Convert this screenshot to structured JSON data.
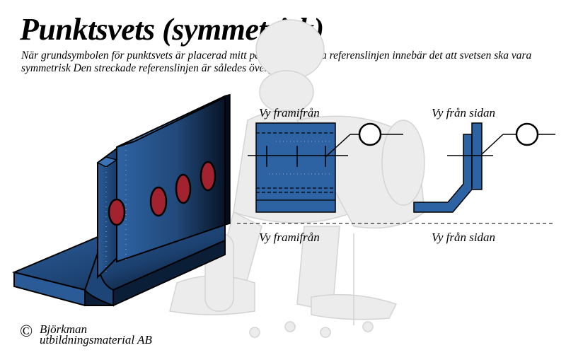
{
  "title": "Punktsvets (symmetrisk)",
  "description": "När grundsymbolen för punktsvets är placerad mitt på den heldragna referenslinjen innebär det att svetsen ska vara symmetrisk Den streckade referenslinjen är således överflödig.",
  "views": {
    "front_top": "Vy framifrån",
    "side_top": "Vy från sidan",
    "front_bottom": "Vy framifrån",
    "side_bottom": "Vy från sidan"
  },
  "copyright": {
    "symbol": "©",
    "line1": "Björkman",
    "line2": "utbildningsmaterial AB"
  },
  "colors": {
    "steel_blue": "#2e63a3",
    "steel_dark": "#0b1e38",
    "weld_red": "#a3222f",
    "background_figure": "#e6e6e6"
  },
  "icons": {
    "weld_symbol": "circle-on-reference-line",
    "background": "welder-cartoon-watermark"
  }
}
